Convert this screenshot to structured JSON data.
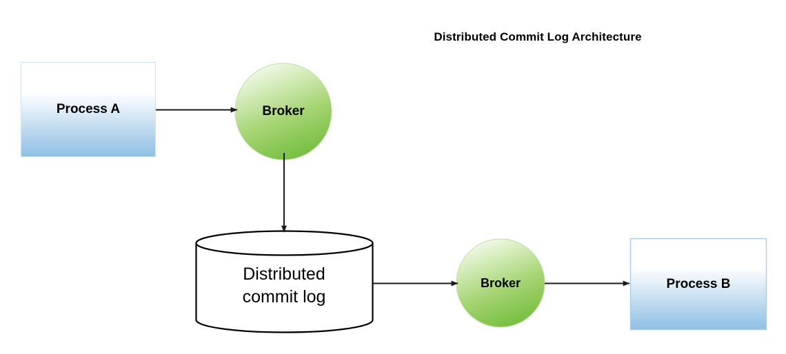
{
  "diagram": {
    "title": "Distributed Commit Log Architecture",
    "background_color": "#ffffff",
    "nodes": [
      {
        "id": "process-a",
        "label": "Process A",
        "shape": "rectangle",
        "fill_top": "#ffffff",
        "fill_bottom": "#8fbfe4",
        "stroke": "#cfe2f0"
      },
      {
        "id": "broker-1",
        "label": "Broker",
        "shape": "circle",
        "fill_top": "#f6fbf0",
        "fill_bottom": "#7cc142",
        "stroke": "#b9ddA0"
      },
      {
        "id": "commit-log",
        "label": "Distributed\ncommit log",
        "shape": "cylinder",
        "fill": "#ffffff",
        "stroke": "#000000"
      },
      {
        "id": "broker-2",
        "label": "Broker",
        "shape": "circle",
        "fill_top": "#f6fbf0",
        "fill_bottom": "#7cc142",
        "stroke": "#b9ddA0"
      },
      {
        "id": "process-b",
        "label": "Process B",
        "shape": "rectangle",
        "fill_top": "#ffffff",
        "fill_bottom": "#8fbfe4",
        "stroke": "#a8cbe6"
      }
    ],
    "edges": [
      {
        "id": "edge-a-broker1",
        "from": "process-a",
        "to": "broker-1",
        "label": "",
        "arrow": "single",
        "color": "#1a1a1a"
      },
      {
        "id": "edge-broker1-log",
        "from": "broker-1",
        "to": "commit-log",
        "label": "",
        "arrow": "single",
        "color": "#1a1a1a"
      },
      {
        "id": "edge-log-broker2",
        "from": "commit-log",
        "to": "broker-2",
        "label": "",
        "arrow": "single",
        "color": "#1a1a1a"
      },
      {
        "id": "edge-broker2-b",
        "from": "broker-2",
        "to": "process-b",
        "label": "",
        "arrow": "single",
        "color": "#1a1a1a"
      }
    ]
  }
}
